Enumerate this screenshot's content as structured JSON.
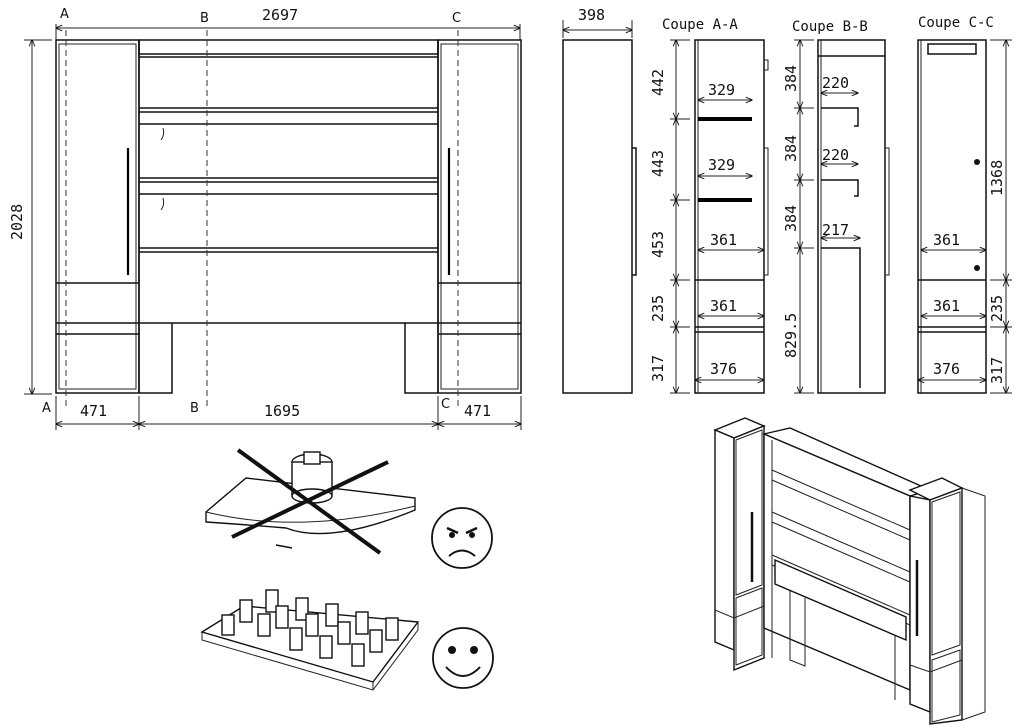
{
  "front_view": {
    "overall_width": "2697",
    "overall_height": "2028",
    "left_module_width": "471",
    "center_width": "1695",
    "right_module_width": "471",
    "section_marks": [
      "A",
      "B",
      "C"
    ]
  },
  "side_view": {
    "depth": "398"
  },
  "sections": [
    {
      "title": "Coupe A-A",
      "heights": [
        "442",
        "443",
        "453",
        "235",
        "317"
      ],
      "widths": [
        "329",
        "329",
        "361",
        "361",
        "376"
      ]
    },
    {
      "title": "Coupe B-B",
      "heights": [
        "384",
        "384",
        "384",
        "829.5"
      ],
      "widths": [
        "220",
        "220",
        "217"
      ]
    },
    {
      "title": "Coupe C-C",
      "heights": [
        "1368",
        "235",
        "317"
      ],
      "widths": [
        "361",
        "361",
        "376"
      ]
    }
  ],
  "load_warning": {
    "bad_label": "sad-face-icon",
    "good_label": "happy-face-icon"
  }
}
